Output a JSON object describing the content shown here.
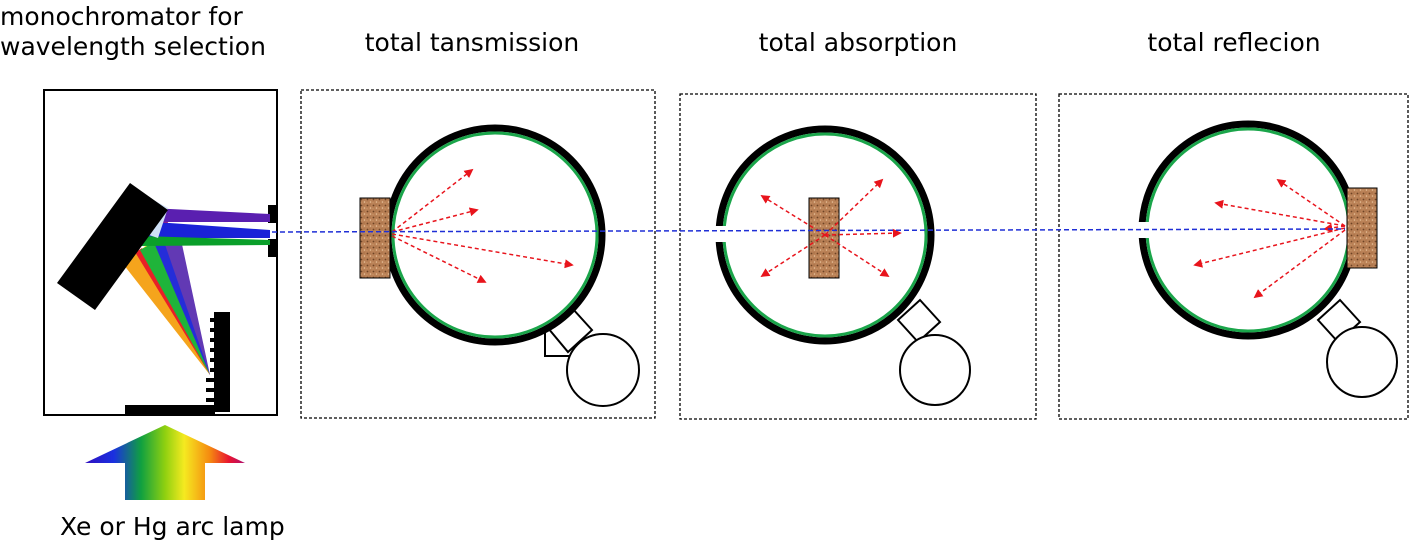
{
  "labels": {
    "monochromator": "monochromator for\nwavelength selection",
    "transmission": "total tansmission",
    "absorption": "total absorption",
    "reflection": "total reflecion",
    "lamp": "Xe or Hg arc lamp"
  },
  "colors": {
    "beam": "#1f2fd6",
    "scatter": "#e8141c",
    "sphere_coating": "#1aa54a",
    "sphere_wall": "#000000",
    "sample": "#b57a4c"
  },
  "spectrum_colors": [
    "#5a1fb0",
    "#1a22d8",
    "#0a8f2a",
    "#6bd01a",
    "#f0e020",
    "#f59a12",
    "#e8141c",
    "#b0155a"
  ]
}
